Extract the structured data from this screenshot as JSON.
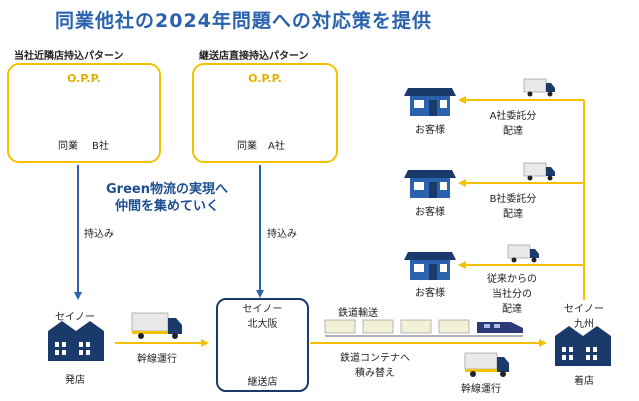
{
  "title": "同業他社の2024年問題への対応策を提供",
  "pattern_left": {
    "heading": "当社近隣店持込パターン",
    "opp": "O.P.P.",
    "company1": "同業",
    "company2": "B社"
  },
  "pattern_right": {
    "heading": "継送店直接持込パターン",
    "opp": "O.P.P.",
    "company1": "同業",
    "company2": "A社"
  },
  "green_message": [
    "Green物流の実現へ",
    "仲間を集めていく"
  ],
  "carry_in_left": "持込み",
  "carry_in_right": "持込み",
  "origin": {
    "name": "セイノー",
    "caption": "発店"
  },
  "trunk_left": "幹線運行",
  "hub": {
    "name_line1": "セイノー",
    "name_line2": "北大阪",
    "caption": "継送店"
  },
  "rail_transport": "鉄道輸送",
  "container_transfer": [
    "鉄道コンテナへ",
    "積み替え"
  ],
  "trunk_right": "幹線運行",
  "destination": {
    "name_line1": "セイノー",
    "name_line2": "九州",
    "caption": "着店"
  },
  "customers": [
    {
      "label": "お客様",
      "delivery": [
        "A社委託分",
        "配達"
      ]
    },
    {
      "label": "お客様",
      "delivery": [
        "B社委託分",
        "配達"
      ]
    },
    {
      "label": "お客様",
      "delivery": [
        "従来からの",
        "当社分の",
        "配達"
      ]
    }
  ],
  "colors": {
    "title": "#2a62ad",
    "accent": "#f2c200",
    "navy": "#1a3a6b",
    "arrow_blue": "#2a62ad"
  }
}
